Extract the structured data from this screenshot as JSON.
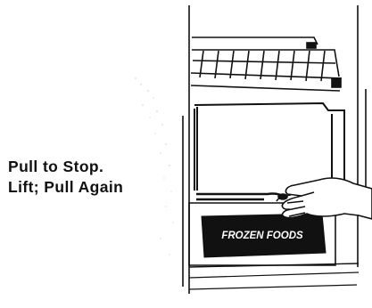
{
  "instructions": {
    "line1": "Pull to Stop.",
    "line2": "Lift; Pull Again"
  },
  "drawer_label": "FROZEN FOODS",
  "colors": {
    "ink": "#111111",
    "label_bg": "#111111",
    "label_text": "#ffffff",
    "background": "#ffffff"
  }
}
